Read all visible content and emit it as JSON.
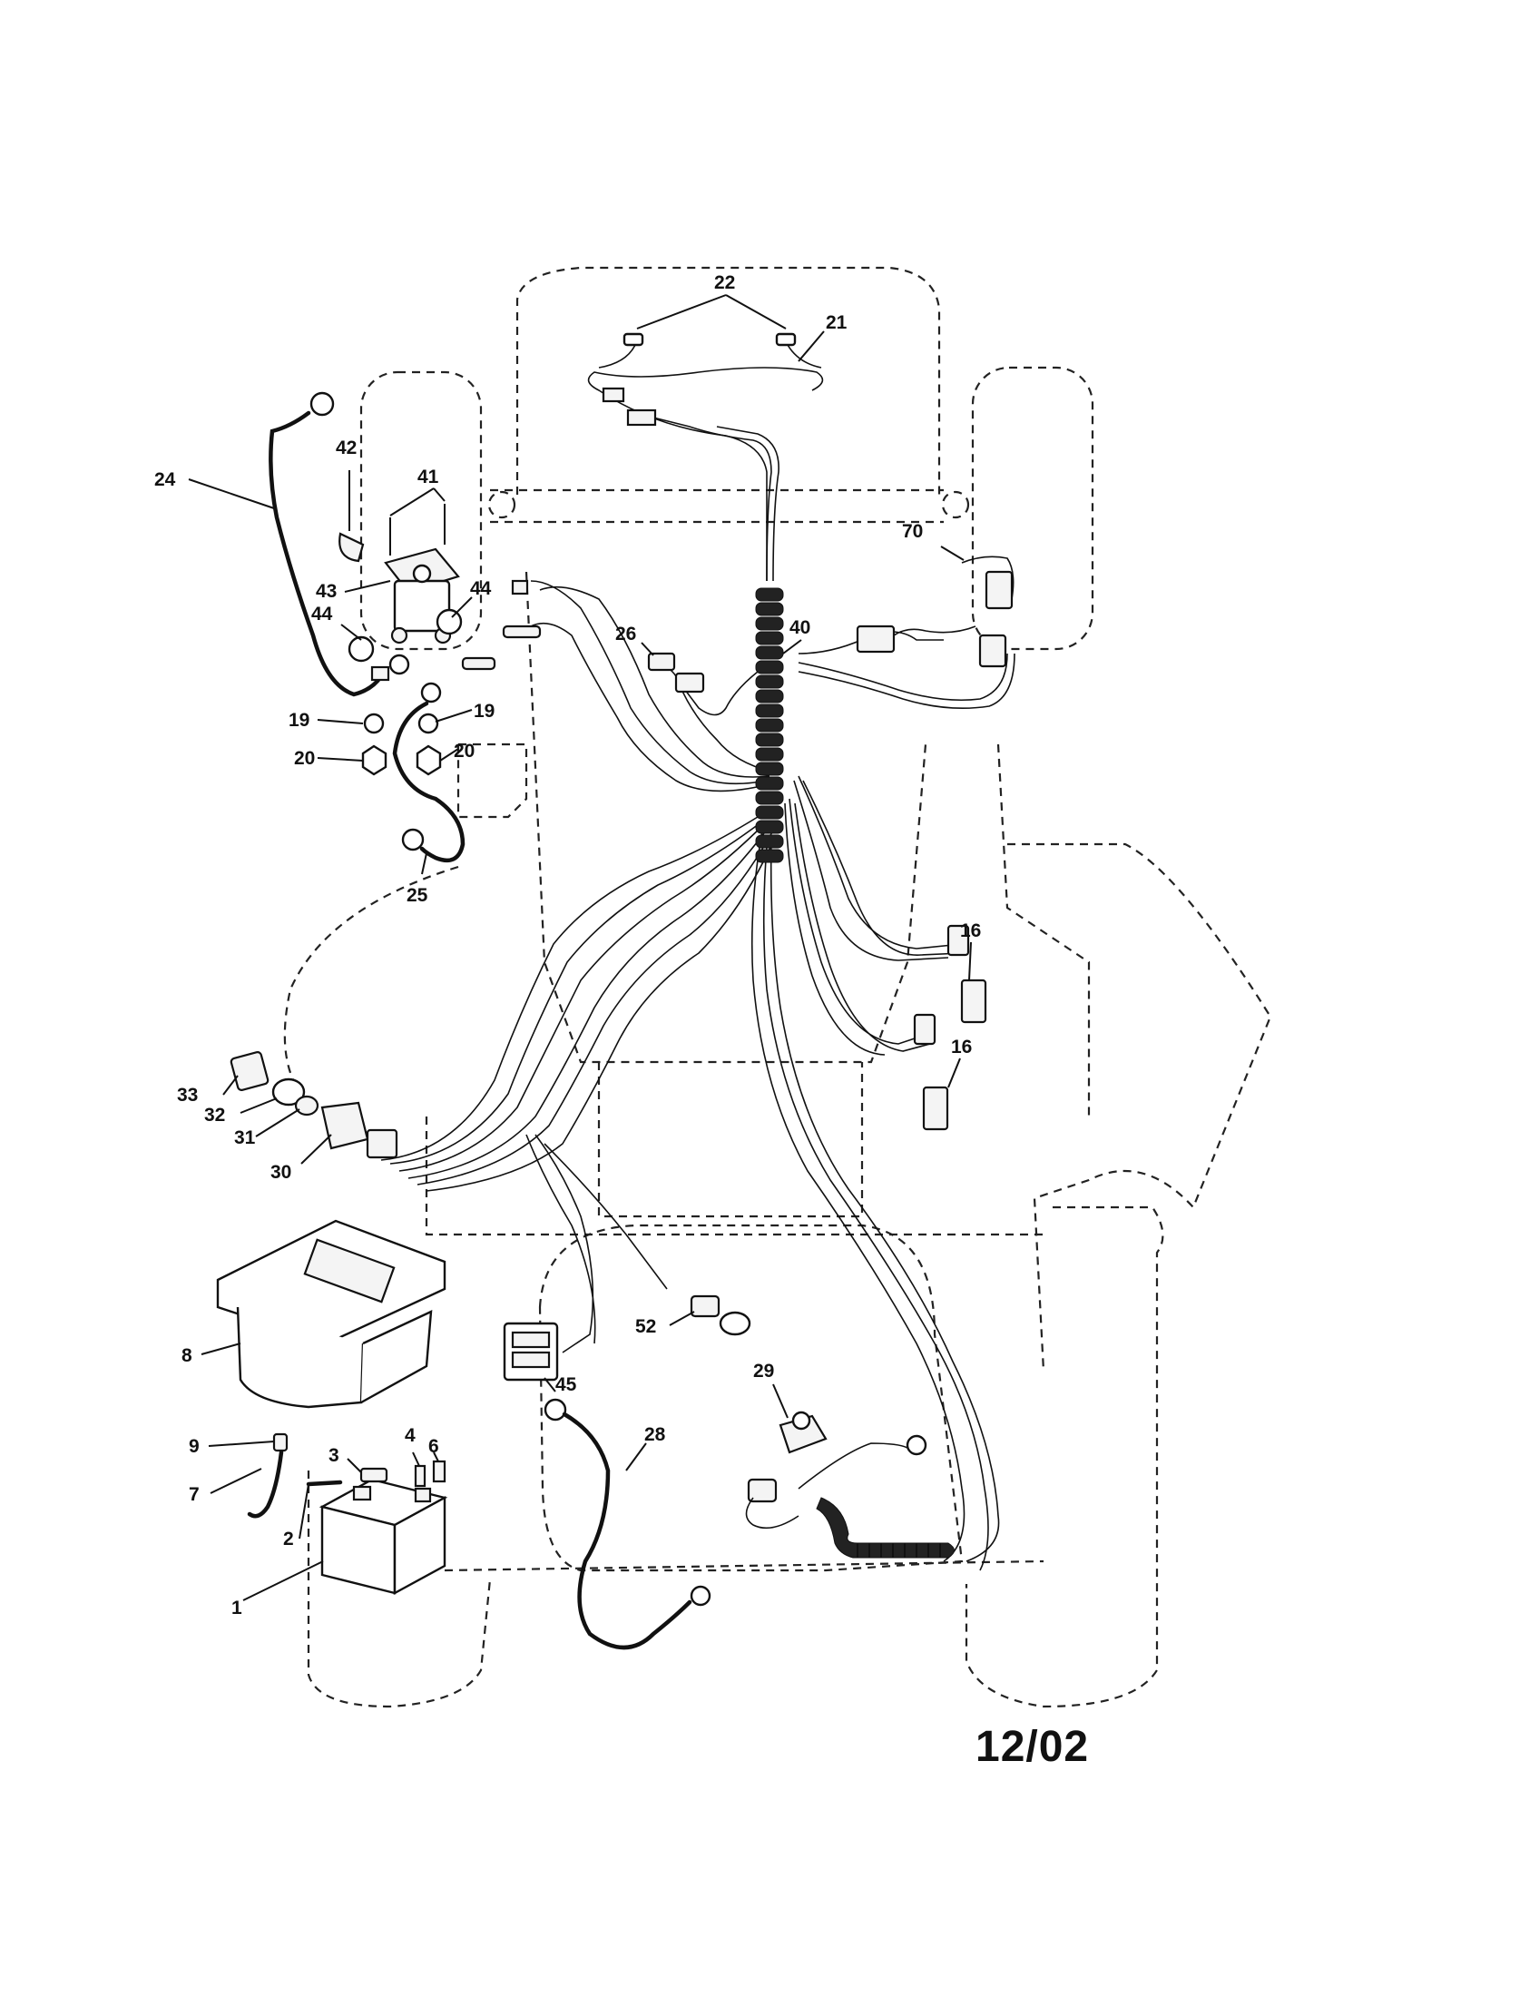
{
  "diagram": {
    "date_code": "12/02",
    "callouts": [
      "1",
      "2",
      "3",
      "4",
      "6",
      "7",
      "8",
      "9",
      "16",
      "16",
      "19",
      "19",
      "20",
      "20",
      "21",
      "22",
      "24",
      "25",
      "26",
      "28",
      "29",
      "30",
      "31",
      "32",
      "33",
      "40",
      "41",
      "42",
      "43",
      "44",
      "44",
      "45",
      "52",
      "70"
    ]
  }
}
